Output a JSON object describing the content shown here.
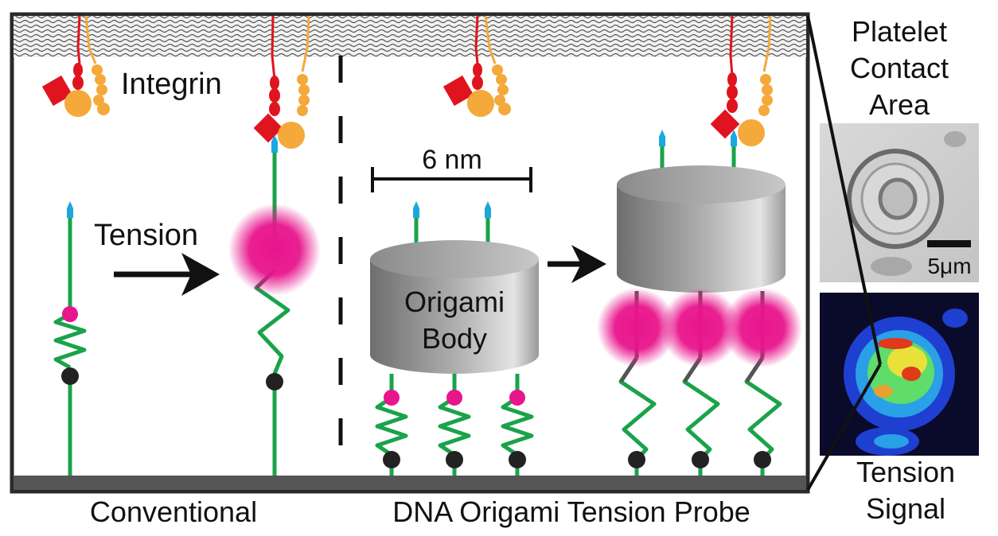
{
  "labels": {
    "integrin": "Integrin",
    "tension": "Tension",
    "scale_bar": "6 nm",
    "origami_line1": "Origami",
    "origami_line2": "Body",
    "conventional": "Conventional",
    "dna_origami": "DNA Origami Tension Probe",
    "platelet_1": "Platelet",
    "platelet_2": "Contact",
    "platelet_3": "Area",
    "micro_scale": "5μm",
    "signal_1": "Tension",
    "signal_2": "Signal"
  },
  "colors": {
    "dna_strand": "#1aa34a",
    "ligand_tip": "#1ba7e0",
    "fluorophore": "#e8158c",
    "quencher": "#222222",
    "integrin_alpha": "#e0141e",
    "integrin_beta": "#f4a93a",
    "origami_body": "#9a9a9a",
    "substrate": "#555555",
    "frame": "#2a2a2a"
  }
}
